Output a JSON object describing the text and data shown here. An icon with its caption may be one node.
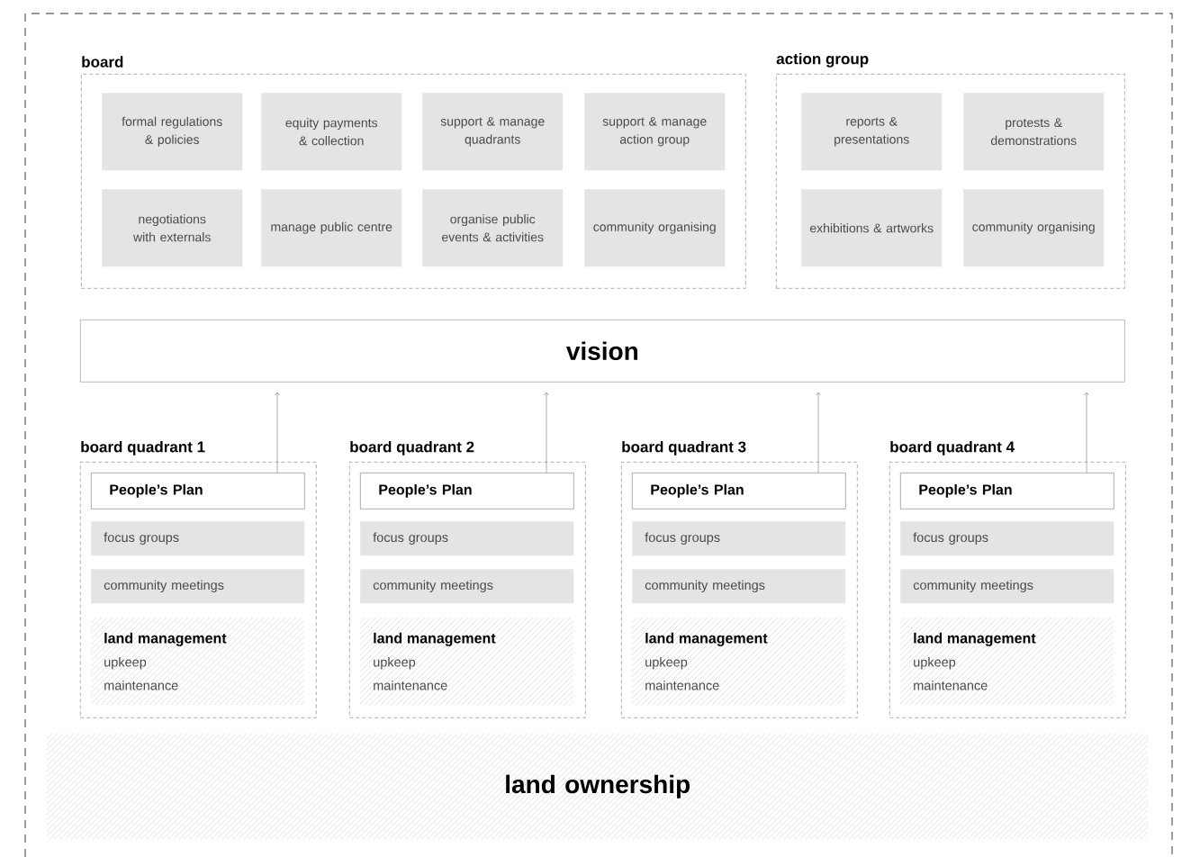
{
  "diagram": {
    "nodes": [
      {
        "text": [
          "board"
        ]
      },
      {
        "text": [
          "formal regulations & policies"
        ],
        "in": 0
      },
      {
        "text": [
          "equity payments & collection"
        ],
        "in": 0
      },
      {
        "text": [
          "support & manage quadrants"
        ],
        "in": 0
      },
      {
        "text": [
          "support & manage action group"
        ],
        "in": 0
      },
      {
        "text": [
          "negotiations with externals"
        ],
        "in": 0
      },
      {
        "text": [
          "manage public centre"
        ],
        "in": 0
      },
      {
        "text": [
          "organise public events & activities"
        ],
        "in": 0
      },
      {
        "text": [
          "community organising"
        ],
        "in": 0
      },
      {
        "text": [
          "action group"
        ]
      },
      {
        "text": [
          "reports & presentations"
        ],
        "in": 9
      },
      {
        "text": [
          "protests & demonstrations"
        ],
        "in": 9
      },
      {
        "text": [
          "exhibitions & artworks"
        ],
        "in": 9
      },
      {
        "text": [
          "community organising"
        ],
        "in": 9
      },
      {
        "text": [
          "vision"
        ]
      },
      {
        "text": [
          "board quadrant 1"
        ]
      },
      {
        "text": [
          "People’s Plan"
        ],
        "in": 15
      },
      {
        "text": [
          "focus groups"
        ],
        "in": 15
      },
      {
        "text": [
          "community meetings"
        ],
        "in": 15
      },
      {
        "text": [
          "land management",
          "upkeep",
          "maintenance"
        ],
        "in": 15
      },
      {
        "text": [
          "board quadrant 2"
        ]
      },
      {
        "text": [
          "People’s Plan"
        ],
        "in": 20
      },
      {
        "text": [
          "focus groups"
        ],
        "in": 20
      },
      {
        "text": [
          "community meetings"
        ],
        "in": 20
      },
      {
        "text": [
          "land management",
          "upkeep",
          "maintenance"
        ],
        "in": 20
      },
      {
        "text": [
          "board quadrant 3"
        ]
      },
      {
        "text": [
          "People’s Plan"
        ],
        "in": 25
      },
      {
        "text": [
          "focus groups"
        ],
        "in": 25
      },
      {
        "text": [
          "community meetings"
        ],
        "in": 25
      },
      {
        "text": [
          "land management",
          "upkeep",
          "maintenance"
        ],
        "in": 25
      },
      {
        "text": [
          "board quadrant 4"
        ]
      },
      {
        "text": [
          "People’s Plan"
        ],
        "in": 30
      },
      {
        "text": [
          "focus groups"
        ],
        "in": 30
      },
      {
        "text": [
          "community meetings"
        ],
        "in": 30
      },
      {
        "text": [
          "land management",
          "upkeep",
          "maintenance"
        ],
        "in": 30
      },
      {
        "text": [
          "land ownership"
        ]
      }
    ],
    "edges": [
      {
        "from": 16,
        "to": 14,
        "arrow": "to"
      },
      {
        "from": 21,
        "to": 14,
        "arrow": "to"
      },
      {
        "from": 26,
        "to": 14,
        "arrow": "to"
      },
      {
        "from": 31,
        "to": 14,
        "arrow": "to"
      }
    ]
  }
}
